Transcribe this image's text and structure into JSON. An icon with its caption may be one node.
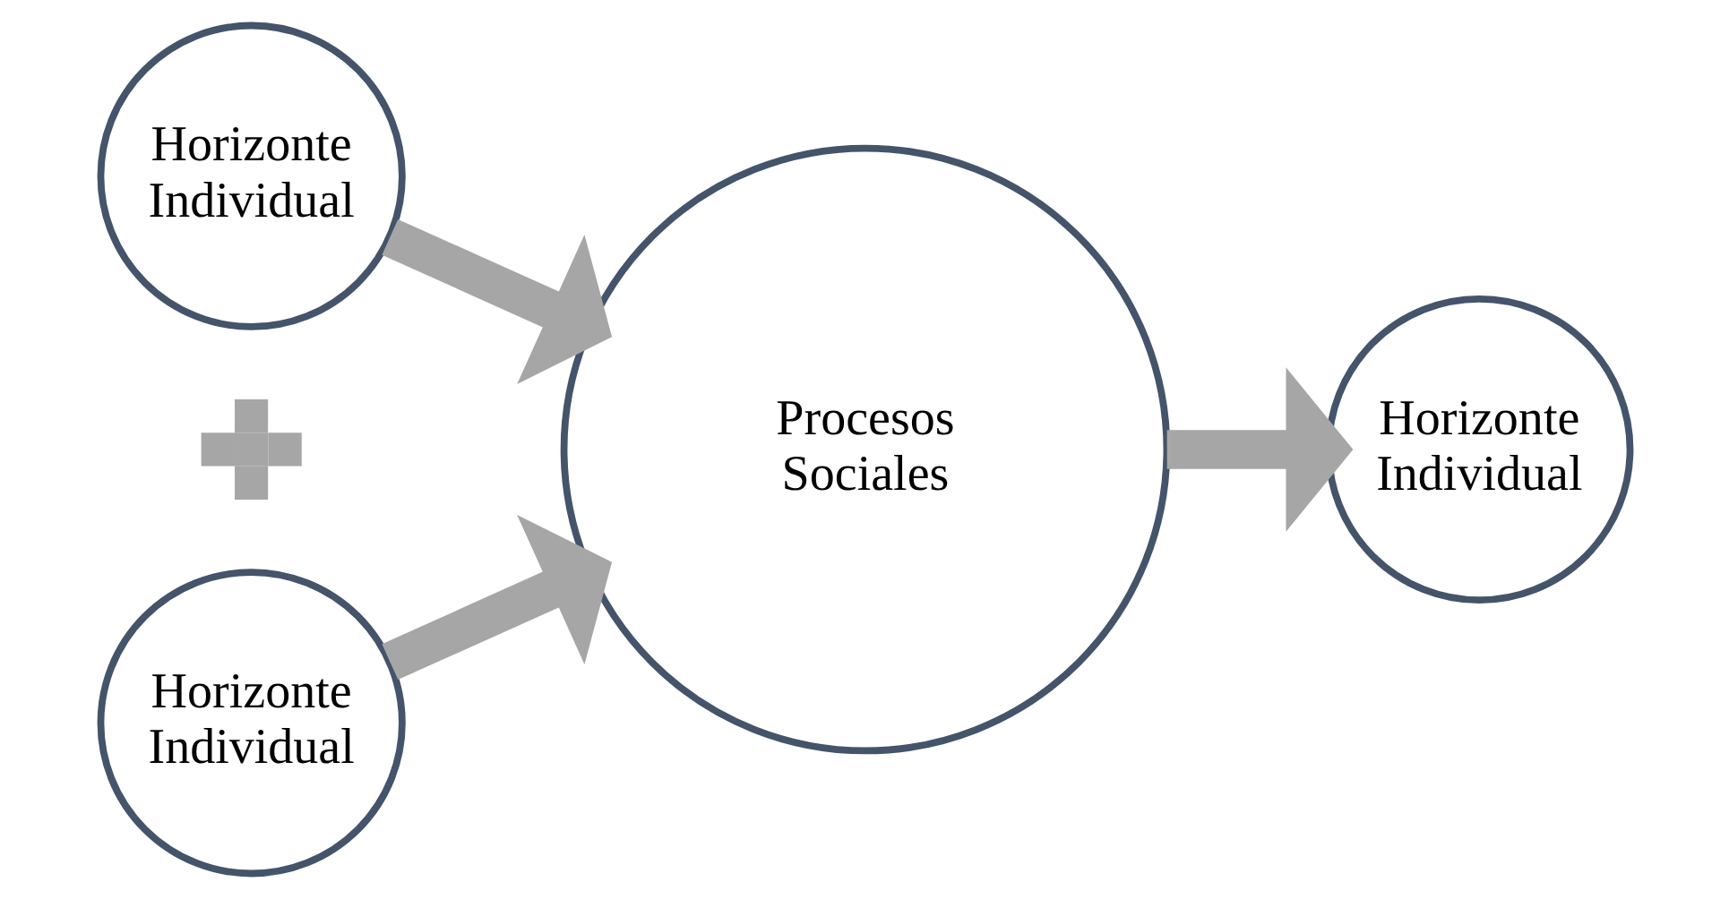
{
  "diagram": {
    "nodes": [
      {
        "text": [
          "Horizonte Individual"
        ]
      },
      {
        "text": [],
        "shape": "plus"
      },
      {
        "text": [
          "Horizonte Individual"
        ]
      },
      {
        "text": [
          "Procesos Sociales"
        ]
      },
      {
        "text": [
          "Horizonte Individual"
        ]
      }
    ],
    "edges": [
      {
        "from": 0,
        "to": 3,
        "arrow": "to"
      },
      {
        "from": 2,
        "to": 3,
        "arrow": "to"
      },
      {
        "from": 3,
        "to": 4,
        "arrow": "to"
      }
    ]
  }
}
